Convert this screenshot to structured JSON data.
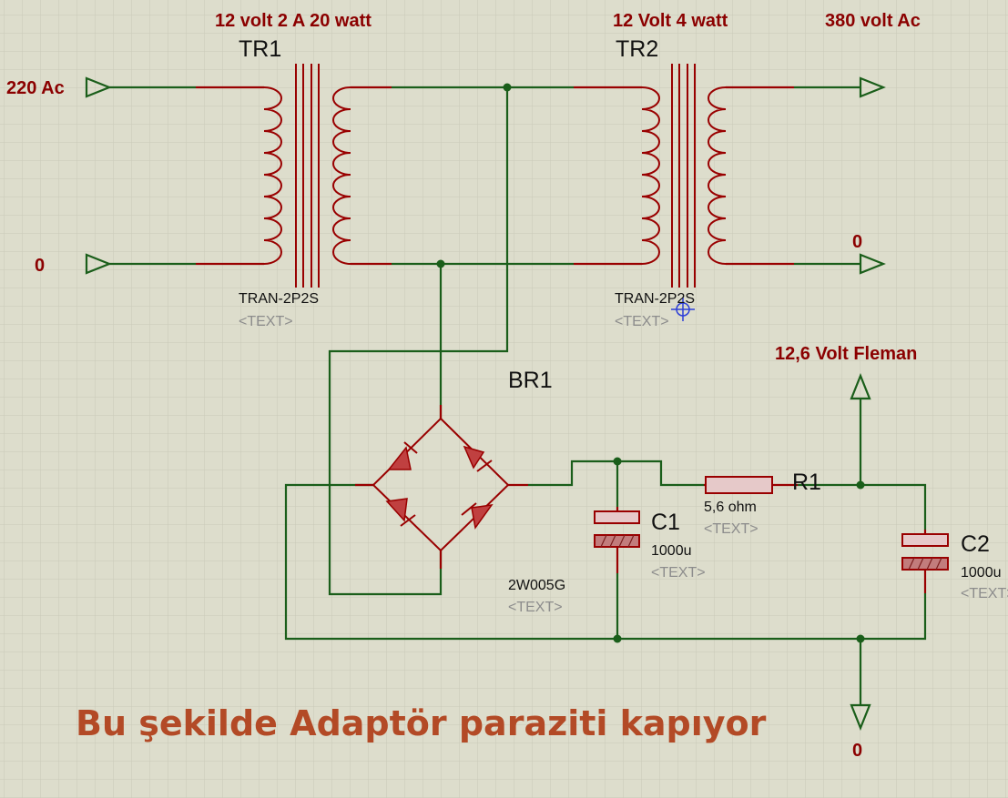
{
  "diagram": {
    "labels": {
      "input_220": "220 Ac",
      "input_zero": "0",
      "tr1_rating": "12 volt 2 A 20 watt",
      "tr2_rating": "12 Volt  4 watt",
      "output_380": "380 volt Ac",
      "output_zero_top": "0",
      "output_zero_bottom": "0",
      "output_filament": "12,6 Volt Fleman"
    },
    "components": {
      "tr1": {
        "ref": "TR1",
        "model": "TRAN-2P2S",
        "text": "<TEXT>"
      },
      "tr2": {
        "ref": "TR2",
        "model": "TRAN-2P2S",
        "text": "<TEXT>"
      },
      "br1": {
        "ref": "BR1",
        "model": "2W005G",
        "text": "<TEXT>"
      },
      "c1": {
        "ref": "C1",
        "value": "1000u",
        "text": "<TEXT>"
      },
      "c2": {
        "ref": "C2",
        "value": "1000u",
        "text": "<TEXT>"
      },
      "r1": {
        "ref": "R1",
        "value": "5,6 ohm",
        "text": "<TEXT>"
      }
    },
    "caption": "Bu şekilde Adaptör paraziti kapıyor",
    "colors": {
      "background": "#ddddcc",
      "grid": "#c9c9b8",
      "wire": "#1a5e1a",
      "component": "#990000",
      "caption": "#b34a26"
    }
  }
}
